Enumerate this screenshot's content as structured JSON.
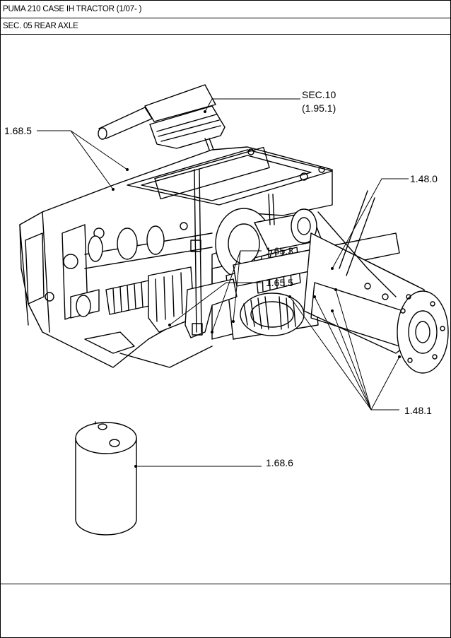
{
  "header": {
    "title": "PUMA 210 CASE IH TRACTOR (1/07- )",
    "section": "SEC. 05 REAR AXLE"
  },
  "callouts": {
    "sec10": "SEC.10",
    "sec10_ref": "(1.95.1)",
    "c1685": "1.68.5",
    "c1480": "1.48.0",
    "c1653": "1.65.3",
    "c1655": "1.65.5",
    "c1481": "1.48.1",
    "c1686": "1.68.6"
  }
}
